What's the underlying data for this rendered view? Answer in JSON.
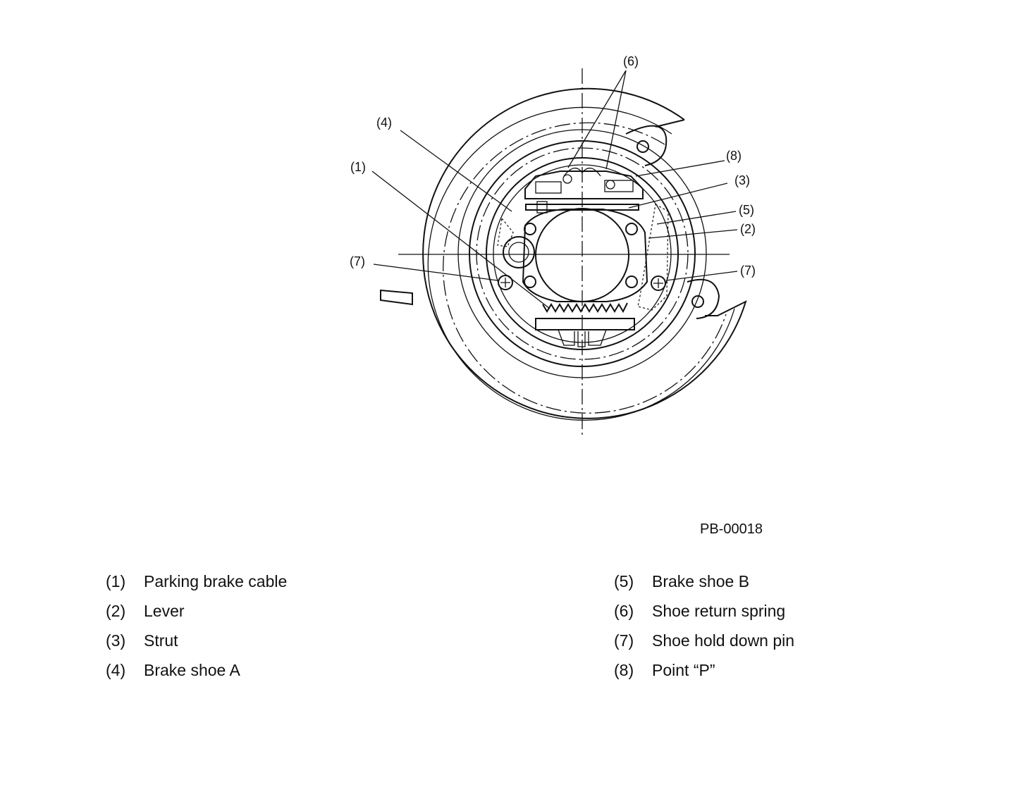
{
  "callouts": [
    {
      "id": "c6",
      "text": "(6)"
    },
    {
      "id": "c4",
      "text": "(4)"
    },
    {
      "id": "c8",
      "text": "(8)"
    },
    {
      "id": "c1",
      "text": "(1)"
    },
    {
      "id": "c3",
      "text": "(3)"
    },
    {
      "id": "c5",
      "text": "(5)"
    },
    {
      "id": "c2",
      "text": "(2)"
    },
    {
      "id": "c7l",
      "text": "(7)"
    },
    {
      "id": "c7r",
      "text": "(7)"
    }
  ],
  "figure_code": "PB-00018",
  "legend": {
    "left": [
      {
        "num": "(1)",
        "label": "Parking brake cable"
      },
      {
        "num": "(2)",
        "label": "Lever"
      },
      {
        "num": "(3)",
        "label": "Strut"
      },
      {
        "num": "(4)",
        "label": "Brake shoe A"
      }
    ],
    "right": [
      {
        "num": "(5)",
        "label": "Brake shoe B"
      },
      {
        "num": "(6)",
        "label": "Shoe return spring"
      },
      {
        "num": "(7)",
        "label": "Shoe hold down pin"
      },
      {
        "num": "(8)",
        "label": "Point “P”"
      }
    ]
  }
}
